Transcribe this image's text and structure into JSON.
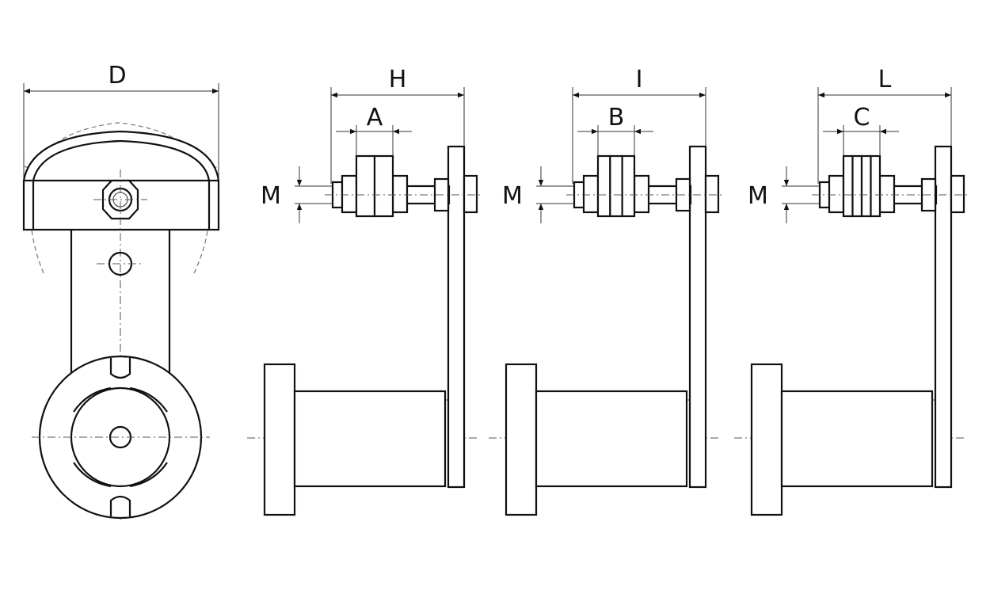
{
  "dimensions": {
    "front_width": "D",
    "view1_total": "H",
    "view1_roller": "A",
    "view1_thread": "M",
    "view2_total": "I",
    "view2_roller": "B",
    "view2_thread": "M",
    "view3_total": "L",
    "view3_roller": "C",
    "view3_thread": "M"
  },
  "colors": {
    "line": "#111111",
    "background": "#ffffff"
  }
}
